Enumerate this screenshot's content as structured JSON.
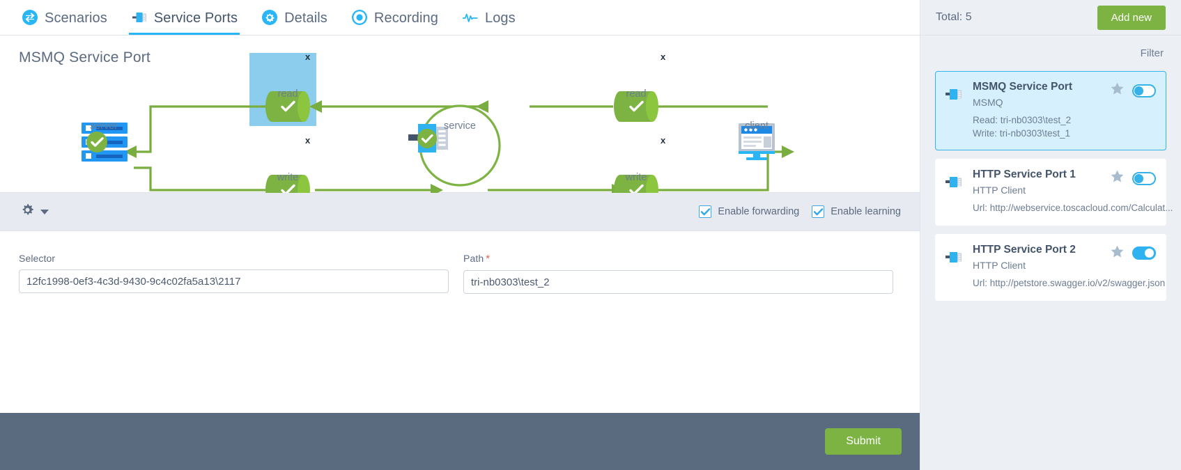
{
  "tabs": [
    {
      "label": "Scenarios",
      "icon": "sync-arrows-icon",
      "active": false
    },
    {
      "label": "Service Ports",
      "icon": "service-port-icon",
      "active": true
    },
    {
      "label": "Details",
      "icon": "gear-icon",
      "active": false
    },
    {
      "label": "Recording",
      "icon": "record-dot-icon",
      "active": false
    },
    {
      "label": "Logs",
      "icon": "pulse-line-icon",
      "active": false
    }
  ],
  "diagram": {
    "title": "MSMQ Service Port",
    "nodes": {
      "server": "server",
      "service": "service",
      "client": "client",
      "read_left": "read",
      "write_left": "write",
      "read_right": "read",
      "write_right": "write"
    },
    "close_marks": [
      "x",
      "x",
      "x",
      "x"
    ]
  },
  "options": {
    "gear_icon": "gear-icon",
    "caret_icon": "chevron-down-icon",
    "forwarding_label": "Enable forwarding",
    "forwarding_checked": true,
    "learning_label": "Enable learning",
    "learning_checked": true
  },
  "form": {
    "selector": {
      "label": "Selector",
      "value": "12fc1998-0ef3-4c3d-9430-9c4c02fa5a13\\2117",
      "placeholder": "",
      "required": false
    },
    "path": {
      "label": "Path",
      "value": "tri-nb0303\\test_2",
      "placeholder": "",
      "required": true,
      "required_mark": "*"
    }
  },
  "footer": {
    "submit_label": "Submit"
  },
  "sidebar": {
    "total_label": "Total: 5",
    "add_new_label": "Add new",
    "filter_label": "Filter",
    "items": [
      {
        "name": "MSMQ Service Port",
        "type": "MSMQ",
        "details": [
          "Read: tri-nb0303\\test_2",
          "Write: tri-nb0303\\test_1"
        ],
        "selected": true,
        "starred": false,
        "enabled": false
      },
      {
        "name": "HTTP Service Port 1",
        "type": "HTTP Client",
        "details": [
          "Url: http://webservice.toscacloud.com/Calculat..."
        ],
        "selected": false,
        "starred": false,
        "enabled": false
      },
      {
        "name": "HTTP Service Port 2",
        "type": "HTTP Client",
        "details": [
          "Url: http://petstore.swagger.io/v2/swagger.json"
        ],
        "selected": false,
        "starred": false,
        "enabled": true
      }
    ]
  },
  "colors": {
    "accent_blue": "#29b6f6",
    "green": "#7cb342",
    "arrow_green": "#7aad3f",
    "selection_blue": "#8ccced",
    "footer_slate": "#5a6b80"
  }
}
